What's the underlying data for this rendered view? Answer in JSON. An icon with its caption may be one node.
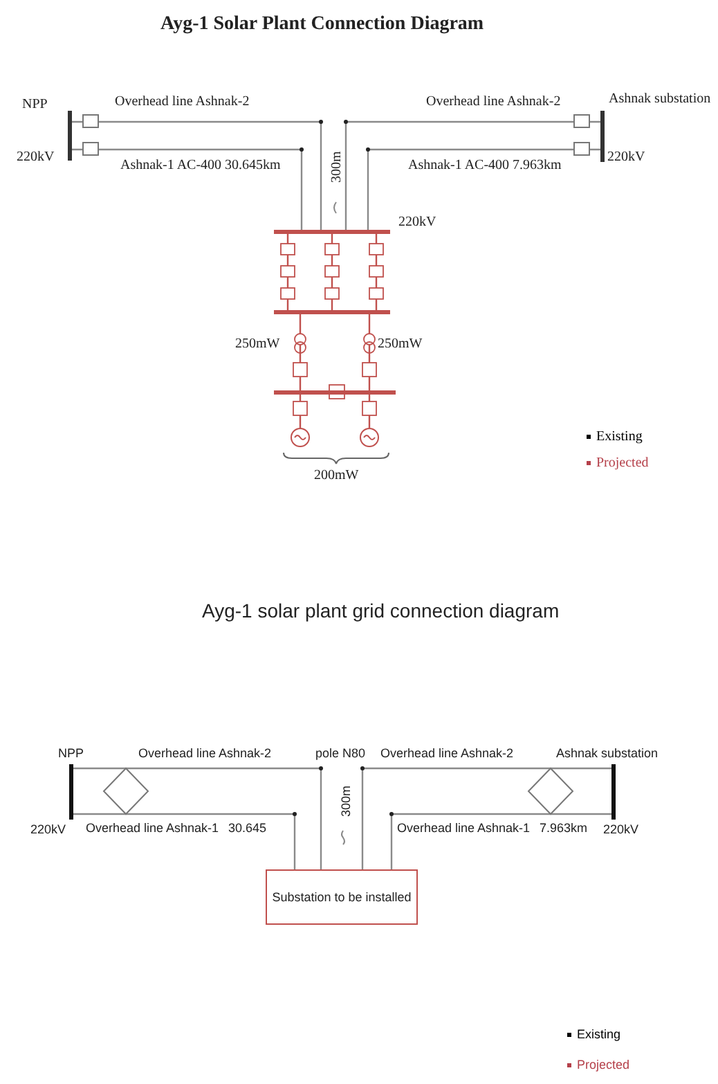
{
  "diagram": {
    "title": "Ayg-1 Solar Plant Connection Diagram",
    "nodes": [
      {
        "text": [],
        "shape": "bar",
        "beside": [
          "NPP",
          "220kV"
        ]
      },
      {
        "text": [],
        "shape": "bar",
        "beside": [
          "Ashnak substation",
          "220kV"
        ]
      },
      {
        "text": [],
        "shape": "bar",
        "beside": [
          "220kV"
        ]
      },
      {
        "text": [],
        "shape": "bar"
      },
      {
        "text": [],
        "shape": "bar"
      },
      {
        "text": [],
        "shape": "bar",
        "beside": [
          "NPP",
          "220kV"
        ]
      },
      {
        "text": [],
        "shape": "bar",
        "beside": [
          "Ashnak substation",
          "220kV"
        ]
      },
      {
        "text": [
          "Substation to be installed"
        ]
      },
      {
        "text": [],
        "shape": "circle"
      },
      {
        "text": [],
        "shape": "circle"
      }
    ],
    "edges": [
      {
        "from": 0,
        "to": 2,
        "arrow": "none",
        "label": "Overhead line Ashnak-2"
      },
      {
        "from": 0,
        "to": 2,
        "arrow": "none",
        "label": "Ashnak-1 AC-400 30.645km"
      },
      {
        "from": 1,
        "to": 2,
        "arrow": "none",
        "label": "Overhead line Ashnak-2"
      },
      {
        "from": 1,
        "to": 2,
        "arrow": "none",
        "label": "Ashnak-1 AC-400 7.963km"
      },
      {
        "from": 5,
        "to": 7,
        "arrow": "none",
        "label": "Overhead line Ashnak-2"
      },
      {
        "from": 5,
        "to": 7,
        "arrow": "none",
        "label": "Overhead line Ashnak-1"
      },
      {
        "from": 6,
        "to": 7,
        "arrow": "none",
        "label": "Overhead line Ashnak-2"
      },
      {
        "from": 6,
        "to": 7,
        "arrow": "none",
        "label": "Overhead line Ashnak-1"
      },
      {
        "from": 2,
        "to": 3,
        "arrow": "none",
        "color": "#c0504d"
      },
      {
        "from": 2,
        "to": 3,
        "arrow": "none",
        "color": "#c0504d"
      },
      {
        "from": 2,
        "to": 3,
        "arrow": "none",
        "color": "#c0504d"
      },
      {
        "from": 3,
        "to": 4,
        "arrow": "none",
        "color": "#c0504d"
      },
      {
        "from": 3,
        "to": 4,
        "arrow": "none",
        "color": "#c0504d"
      },
      {
        "from": 4,
        "to": 8,
        "arrow": "none",
        "color": "#c0504d"
      },
      {
        "from": 4,
        "to": 9,
        "arrow": "none",
        "color": "#c0504d"
      }
    ],
    "labels": [
      "300m",
      "250mW",
      "250mW",
      "200mW",
      "Ayg-1 solar plant grid connection diagram",
      "pole N80",
      "300m",
      "30.645",
      "7.963km"
    ],
    "legend": [
      {
        "text": "Existing",
        "color": "#000000"
      },
      {
        "text": "Projected",
        "color": "#b5404a"
      },
      {
        "text": "Existing",
        "color": "#000000"
      },
      {
        "text": "Projected",
        "color": "#b5404a"
      }
    ]
  }
}
